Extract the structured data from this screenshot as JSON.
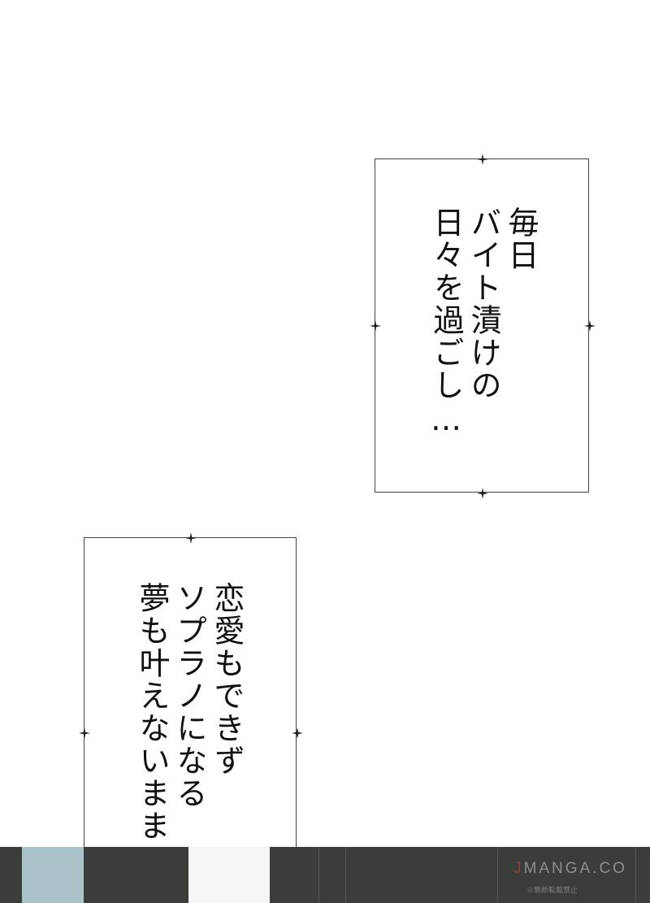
{
  "captions": [
    {
      "lines": [
        "毎日",
        "バイト漬けの",
        "日々を過ごし…"
      ]
    },
    {
      "lines": [
        "恋愛もできず",
        "ソプラノになる",
        "夢も叶えないまま…"
      ]
    }
  ],
  "watermark": {
    "accent": "J",
    "text": "MANGA.CO",
    "sub": "※無断転載禁止"
  },
  "colors": {
    "strip": "#3b3d3a",
    "strip_blue": "#a9c3c8"
  }
}
